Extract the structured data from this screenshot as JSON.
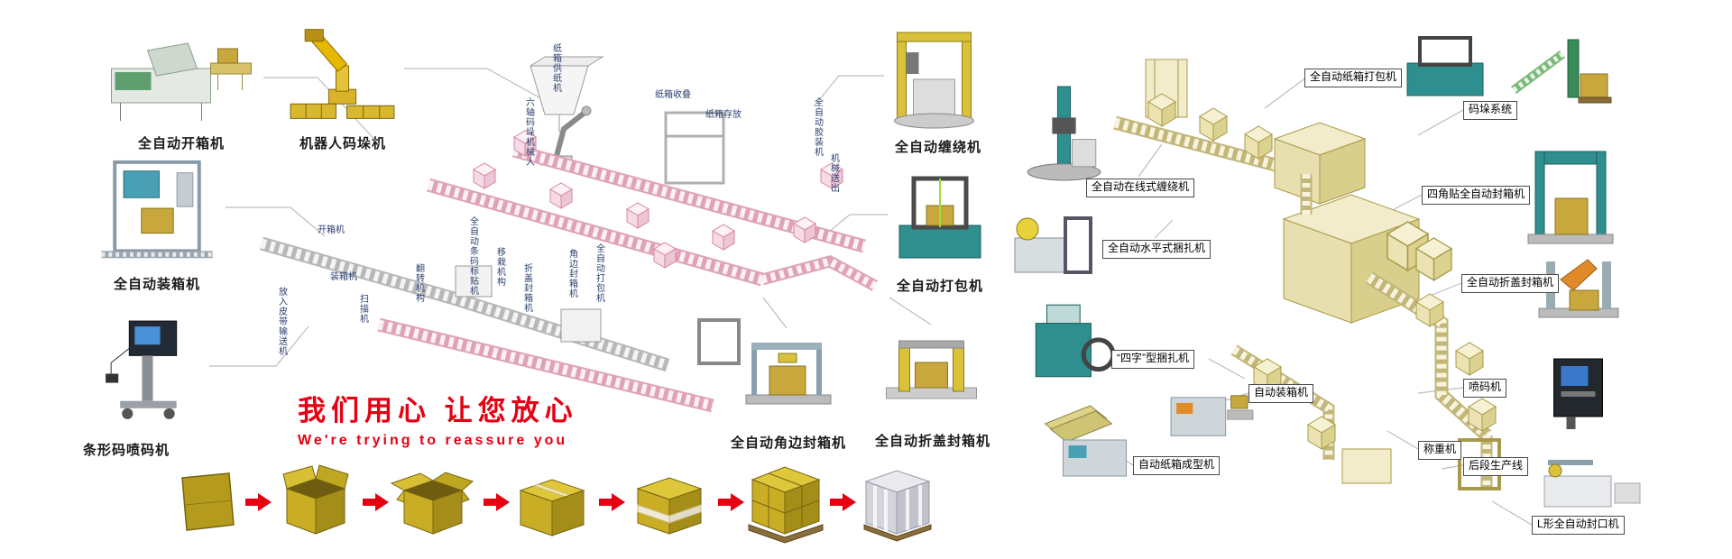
{
  "slogan": {
    "cn": "我们用心 让您放心",
    "en": "We're trying to reassure you"
  },
  "left_machines": [
    {
      "label": "全自动开箱机"
    },
    {
      "label": "机器人码垛机"
    },
    {
      "label": "全自动装箱机"
    },
    {
      "label": "条形码喷码机"
    }
  ],
  "mid_machines": [
    {
      "label": "全自动缠绕机"
    },
    {
      "label": "全自动打包机"
    },
    {
      "label": "全自动角边封箱机"
    },
    {
      "label": "全自动折盖封箱机"
    }
  ],
  "right_machines": [
    {
      "label": "全自动在线式缠绕机"
    },
    {
      "label": "全自动水平式捆扎机"
    },
    {
      "label": "“四字”型捆扎机"
    },
    {
      "label": "自动纸箱成型机"
    },
    {
      "label": "自动装箱机"
    },
    {
      "label": "全自动纸箱打包机"
    },
    {
      "label": "码垛系统"
    },
    {
      "label": "四角贴全自动封箱机"
    },
    {
      "label": "全自动折盖封箱机"
    },
    {
      "label": "喷码机"
    },
    {
      "label": "称重机"
    },
    {
      "label": "后段生产线"
    },
    {
      "label": "L形全自动封口机"
    }
  ],
  "diagram_labels": [
    {
      "text": "纸箱供纸机"
    },
    {
      "text": "六轴码垛机械人"
    },
    {
      "text": "纸箱收叠"
    },
    {
      "text": "纸箱存放"
    },
    {
      "text": "全自动胶装机"
    },
    {
      "text": "机械送出"
    },
    {
      "text": "开箱机"
    },
    {
      "text": "装箱机"
    },
    {
      "text": "放入皮带输送机"
    },
    {
      "text": "扫描机"
    },
    {
      "text": "翻转机构"
    },
    {
      "text": "全自动条码标贴机"
    },
    {
      "text": "移栽机构"
    },
    {
      "text": "折盖封箱机"
    },
    {
      "text": "角边封箱机"
    },
    {
      "text": "全自动打包机"
    }
  ],
  "process_flow": {
    "steps": [
      "flat-carton-blank",
      "erected-open-carton",
      "carton-open-flaps",
      "sealed-carton",
      "taped-carton",
      "palletized-cartons",
      "stretch-wrapped-pallet"
    ],
    "arrow_icon": "red-right-arrow"
  },
  "colors": {
    "accent_red": "#e60012",
    "carton_khaki": "#c9ad25",
    "machine_teal": "#2f8f8f",
    "diagram_pink": "#d884a4",
    "diagram_khaki": "#a89a4a"
  }
}
